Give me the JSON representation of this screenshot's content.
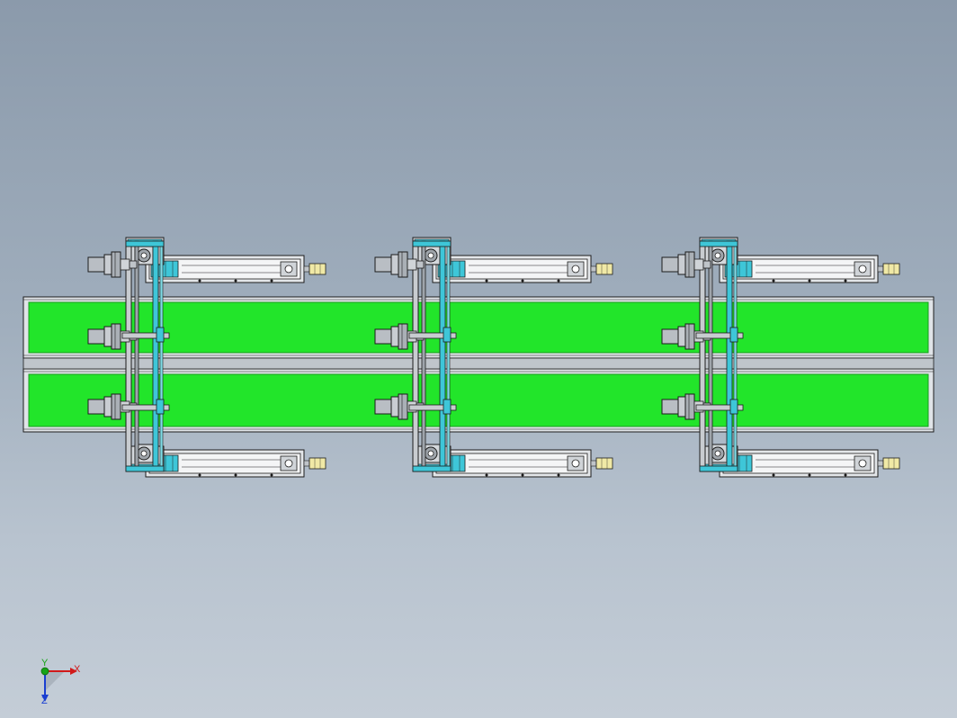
{
  "viewport": {
    "background_top": "#8b9aab",
    "background_bottom": "#c4cdd7"
  },
  "colors": {
    "belt": "#22e52a",
    "belt_edge": "#1a9a1f",
    "frame_line": "#1c1c1c",
    "frame_fill": "#d4d8dc",
    "cyan_bracket": "#3ec6d8",
    "cylinder_tip": "#f0e9a6",
    "motor_fill": "#b9bec4",
    "axis_x": "#d11a1a",
    "axis_y": "#17a317",
    "axis_z": "#1a3fd1"
  },
  "triad": {
    "x_label": "X",
    "y_label": "Y",
    "z_label": "Z"
  }
}
